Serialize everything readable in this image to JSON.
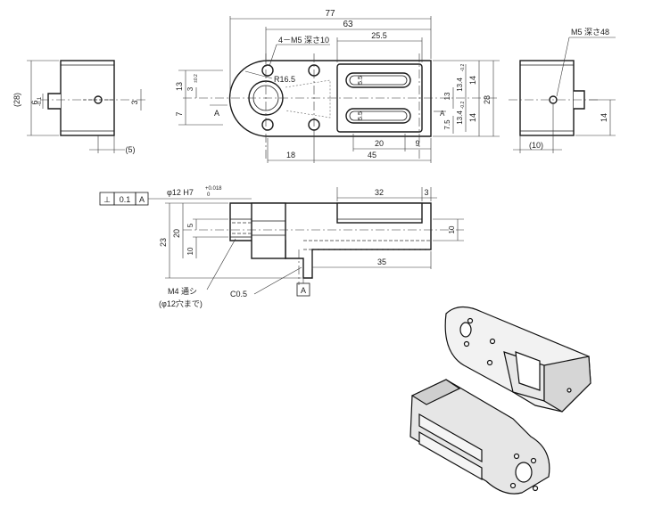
{
  "dimensions": {
    "overall_length": "77",
    "hole_pitch": "63",
    "slot_offset": "25.5",
    "tapped_holes": "4－M5 深さ10",
    "radius": "R16.5",
    "slot_width_top": "5.5",
    "slot_width_bottom": "5.5",
    "slot_spacing_a": "13.4",
    "slot_spacing_a_tol": "-0.2",
    "slot_spacing_b": "13.4",
    "slot_spacing_b_tol": "-0.2",
    "half_height_top": "14",
    "half_height_bottom": "14",
    "overall_height": "28",
    "hole_offset_13": "13",
    "hole_offset_3": "3",
    "hole_offset_3_tol": "±0.2",
    "hole_offset_7": "7",
    "right_7_5": "7.5",
    "right_13": "13",
    "pitch_20": "20",
    "edge_9": "9",
    "span_18": "18",
    "span_45": "45",
    "left_height": "(28)",
    "left_6": "6",
    "left_6_tol": "-0.1",
    "left_3": "3",
    "left_5": "(5)",
    "right_m5": "M5 深さ48",
    "right_14": "14",
    "right_10": "(10)",
    "bore": "φ12 H7",
    "bore_tol_upper": "+0.018",
    "bore_tol_lower": "0",
    "slot_len_32": "32",
    "end_3": "3",
    "front_23": "23",
    "front_20": "20",
    "front_5": "5",
    "front_10": "10",
    "right_10_front": "10",
    "len_35": "35",
    "m4": "M4 通シ",
    "m4_note": "(φ12穴まで)",
    "chamfer": "C0.5"
  },
  "datum": {
    "label": "A",
    "frame_symbol": "⊥",
    "frame_value": "0.1",
    "frame_datum": "A"
  }
}
